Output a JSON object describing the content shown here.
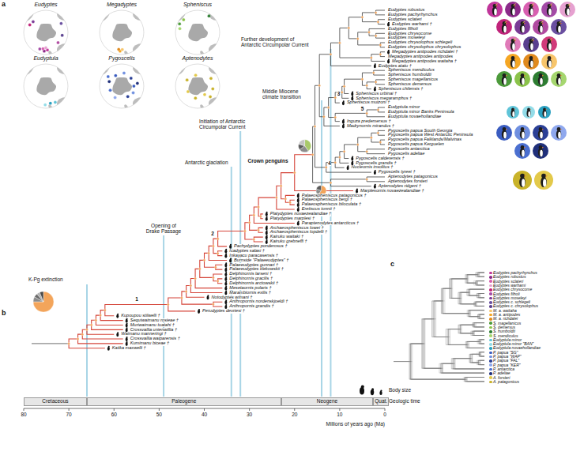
{
  "diagram": {
    "nodes": [
      {
        "text": [
          "Eudyptes"
        ]
      },
      {
        "text": [
          "Megadyptes"
        ]
      },
      {
        "text": [
          "Spheniscus"
        ]
      },
      {
        "text": [
          "Eudyptula"
        ]
      },
      {
        "text": [
          "Pygoscelis"
        ]
      },
      {
        "text": [
          "Aptenodytes"
        ]
      },
      {
        "text": [
          "Cretaceous"
        ]
      },
      {
        "text": [
          "Paleogene"
        ]
      },
      {
        "text": [
          "Neogene"
        ]
      },
      {
        "text": [
          "Quat."
        ]
      }
    ],
    "labels": [
      "a",
      "b",
      "c",
      "Eudyptes robustus",
      "Eudyptes pachyrhynchus",
      "Eudyptes sclateri",
      "Eudyptes warhami †",
      "Eudyptes filholi",
      "Eudyptes chrysocome",
      "Eudyptes moseleyi",
      "Eudyptes chrysolophus schlegeli",
      "Eudyptes chrysolophus chrysolophus",
      "Megadyptes antipodes richdalei †",
      "Megadyptes antipodes antipodes",
      "Megadyptes antipodes waitaha †",
      "Eudyptes atatu †",
      "Spheniscus mendiculus",
      "Spheniscus humboldti",
      "Spheniscus magellanicus",
      "Spheniscus demersus",
      "Spheniscus chilensis †",
      "Spheniscus urbinai †",
      "Spheniscus megaramphus †",
      "Spheniscus muizoni †",
      "Eudyptula minor",
      "Eudyptula minor Banks Peninsula",
      "Eudyptula novaehollandiae",
      "Inguza predemersus †",
      "Madrynornis mirandus †",
      "Pygoscelis papua South Georgia",
      "Pygoscelis papua West Antarctic Peninsula",
      "Pygoscelis papua Falklands/Malvinas",
      "Pygoscelis papua Kerguelen",
      "Pygoscelis antarctica",
      "Pygoscelis adeliae",
      "Pygoscelis calderensis †",
      "Pygoscelis grandis †",
      "Nucleornis insolitus †",
      "Pygoscelis tyreei †",
      "Aptenodytes patagonicus",
      "Aptenodytes forsteri",
      "Aptenodytes ridgeni †",
      "Marplesornis novaezealandiae †",
      "Palaeospheniscus patagonicus †",
      "Palaeospheniscus bergi †",
      "Palaeospheniscus biloculata †",
      "Eretiscus tonnii †",
      "Platydyptes novaezealandiae †",
      "Platydyptes marplesi †",
      "Paraptenodytes antarcticus †",
      "Archaeospheniscus lowei †",
      "Archaeospheniscus lopdelli †",
      "Kairuku waitaki †",
      "Kairuku grebneffi †",
      "Pachydyptes ponderosus †",
      "Icadyptes salasi †",
      "Inkayacu paracasensis †",
      "Burnside \"Palaeeudyptes\" †",
      "Palaeeudyptes gunnari †",
      "Palaeeudyptes klekowskii †",
      "Delphinornis larseni †",
      "Delphinornis gracilis †",
      "Delphinornis arctowskii †",
      "Mesetaornis polaris †",
      "Marambiornis exilis †",
      "Notodyptes wimani †",
      "Anthropornis nordenskjoeldi †",
      "Anthropornis grandis †",
      "Perudyptes devriesi †",
      "Kupoupou stilwelli †",
      "Sequiwaimanu rosieae †",
      "Muriwaimanu tuatahi †",
      "Crossvallia unienwillia †",
      "Waimanu manneringi †",
      "Crossvallia waiparensis †",
      "Kumimanu biceae †",
      "Kaiika maxwelli †",
      "Further development of Antarctic Circumpolar Current",
      "Middle Miocene climate transition",
      "Crown penguins",
      "Initiation of Antarctic Circumpolar Current",
      "Antarctic glaciation",
      "Opening of Drake Passage",
      "K-Pg extinction",
      "1",
      "2",
      "3",
      "4",
      "5",
      "Body size",
      "Geologic time",
      "Millions of years ago (Ma)",
      "80",
      "70",
      "60",
      "50",
      "40",
      "30",
      "20",
      "10",
      "0"
    ],
    "legend": [
      {
        "text": "Eudyptes pachyrhynchus",
        "color": "#c0359a"
      },
      {
        "text": "Eudyptes robustus",
        "color": "#8c2a8a"
      },
      {
        "text": "Eudyptes sclateri",
        "color": "#d85fb0"
      },
      {
        "text": "Eudyptes warhami",
        "color": "#e6a1d0"
      },
      {
        "text": "Eudyptes chrysocome",
        "color": "#c0237a"
      },
      {
        "text": "Eudyptes filholi",
        "color": "#a34aa6"
      },
      {
        "text": "Eudyptes moseleyi",
        "color": "#7b3a96"
      },
      {
        "text": "Eudyptes c. schlegeli",
        "color": "#6a4fa0"
      },
      {
        "text": "Eudyptes c. chrysolophus",
        "color": "#5a3f8f"
      },
      {
        "text": "M. a. waitaha",
        "color": "#f7c56b"
      },
      {
        "text": "M. a. antipodes",
        "color": "#f5a623"
      },
      {
        "text": "M. a. richdalei",
        "color": "#e08a1e"
      },
      {
        "text": "S. magellanicus",
        "color": "#4c9a3b"
      },
      {
        "text": "S. demersus",
        "color": "#8bc34a"
      },
      {
        "text": "S. humboldti",
        "color": "#2e7d32"
      },
      {
        "text": "S. mendiculus",
        "color": "#a5d66f"
      },
      {
        "text": "Eudyptula minor",
        "color": "#5fc4d8"
      },
      {
        "text": "Eudyptula minor \"BAN\"",
        "color": "#93dce8"
      },
      {
        "text": "Eudyptula novaehollandiae",
        "color": "#2aa0c0"
      },
      {
        "text": "P. papua \"SG\"",
        "color": "#3a5cc0"
      },
      {
        "text": "P. papua \"WAP\"",
        "color": "#6f8fe0"
      },
      {
        "text": "P. papua \"FAL\"",
        "color": "#2a3f96"
      },
      {
        "text": "P. papua \"KER\"",
        "color": "#8fa8ee"
      },
      {
        "text": "P. antarctica",
        "color": "#4b6fd0"
      },
      {
        "text": "P. adeliae",
        "color": "#1f2f7a"
      },
      {
        "text": "A. forsteri",
        "color": "#e3c94a"
      },
      {
        "text": "A. patagonicus",
        "color": "#c9b32a"
      }
    ]
  }
}
